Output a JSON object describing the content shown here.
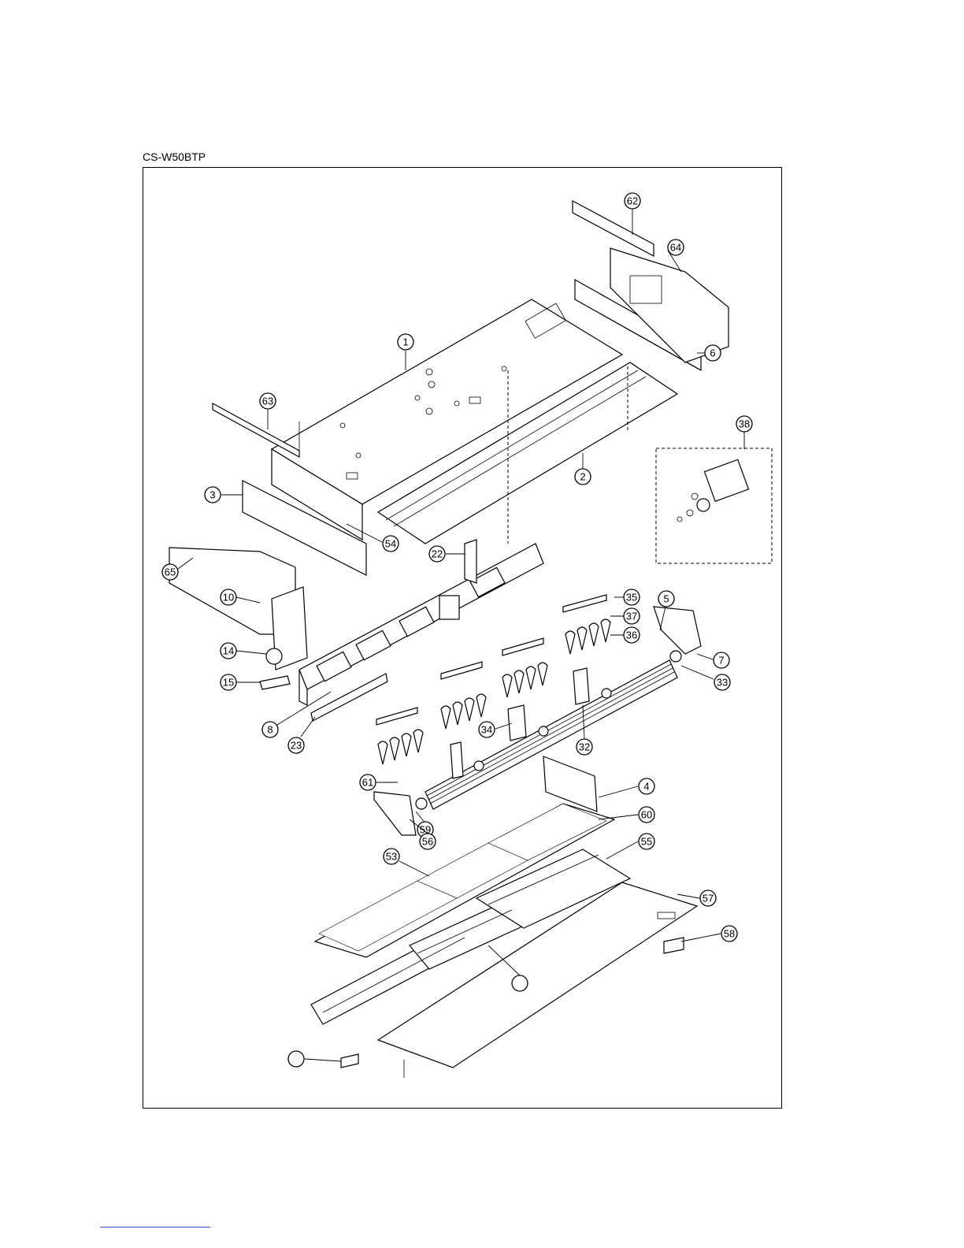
{
  "header": {
    "model": "CS-W50BTP"
  },
  "callouts": [
    "62",
    "64",
    "6",
    "1",
    "2",
    "63",
    "38",
    "3",
    "54",
    "65",
    "22",
    "10",
    "35",
    "5",
    "37",
    "36",
    "14",
    "7",
    "33",
    "15",
    "8",
    "23",
    "34",
    "32",
    "61",
    "4",
    "59",
    "60",
    "56",
    "53",
    "55",
    "57",
    "58"
  ]
}
